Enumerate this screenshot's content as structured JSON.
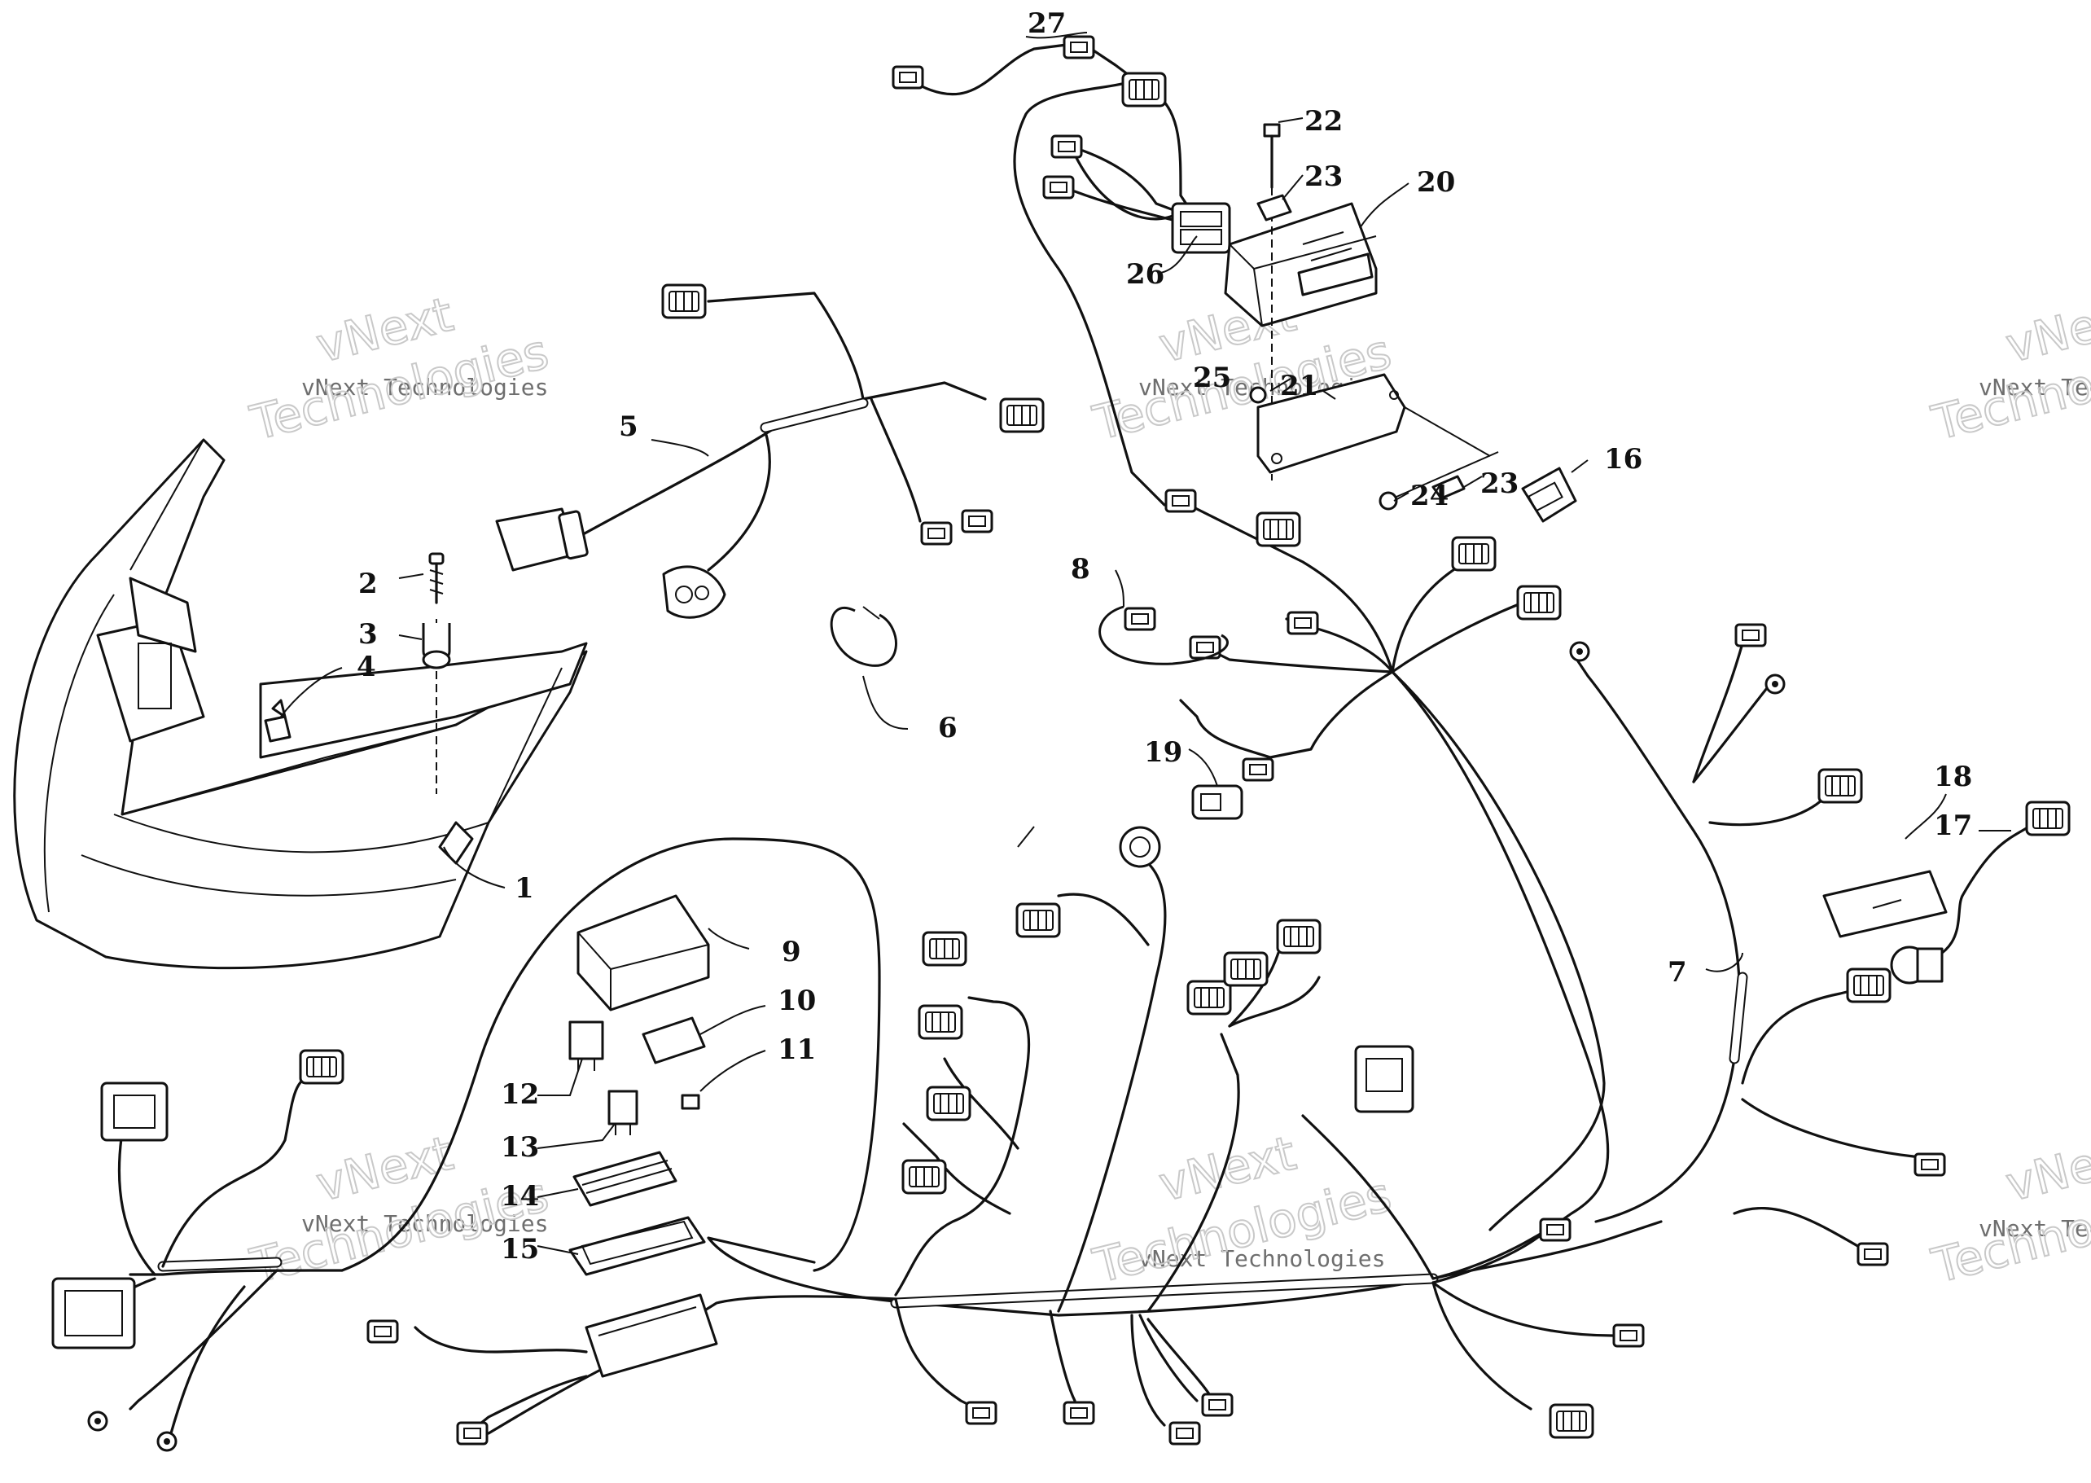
{
  "watermark": {
    "line1": "vNext",
    "line2": "vNext Technologies",
    "line3": "Technologies"
  },
  "callouts": [
    "1",
    "2",
    "3",
    "4",
    "5",
    "6",
    "7",
    "8",
    "9",
    "10",
    "11",
    "12",
    "13",
    "14",
    "15",
    "16",
    "17",
    "18",
    "19",
    "20",
    "21",
    "22",
    "23",
    "23",
    "24",
    "25",
    "26",
    "27"
  ],
  "icons": {
    "connector": "connector-icon",
    "ring-terminal": "ring-terminal-icon",
    "relay": "relay-icon",
    "fuse": "fuse-icon"
  }
}
